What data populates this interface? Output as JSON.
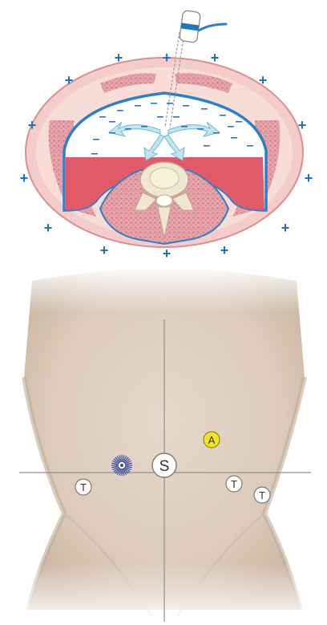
{
  "cross_section": {
    "outer_signs": [
      "+",
      "+",
      "+",
      "+",
      "+",
      "+",
      "+",
      "+",
      "+",
      "+",
      "+",
      "+",
      "+",
      "+"
    ],
    "inner_signs": [
      "–",
      "–",
      "–",
      "–",
      "–",
      "–",
      "–",
      "–",
      "–",
      "–",
      "–",
      "–",
      "–",
      "–",
      "–",
      "–",
      "–",
      "–",
      "–",
      "–",
      "–",
      "–",
      "–",
      "–"
    ],
    "colors": {
      "skin": "#f2c7c4",
      "skin_edge": "#d9908e",
      "muscle": "#e8a2a8",
      "peritoneum": "#2b80c8",
      "fluid": "#e05a6a",
      "bone": "#efe7cf",
      "arrow": "#bfe6f2",
      "sign": "#1f6fc1"
    },
    "instrument": {
      "band_color": "#1b77c0"
    }
  },
  "abdomen": {
    "colors": {
      "skin": "#e2d3c4",
      "skin_shadow": "#cdb9a7",
      "axis_line": "#8f8f8f"
    },
    "ports": [
      {
        "label": "S",
        "size": "large"
      },
      {
        "label": "A",
        "highlight": "#f4e21a"
      },
      {
        "label": "T"
      },
      {
        "label": "T"
      },
      {
        "label": "T"
      }
    ],
    "umbilicus_marker": {
      "color": "#3a4fa2"
    }
  }
}
